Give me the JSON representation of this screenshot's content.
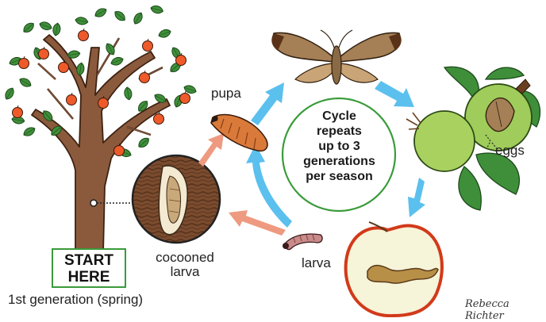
{
  "labels": {
    "pupa": "pupa",
    "larva": "larva",
    "eggs": "eggs",
    "cocooned_line1": "cocooned",
    "cocooned_line2": "larva",
    "start_line1": "START",
    "start_line2": "HERE",
    "generation": "1st generation (spring)"
  },
  "center": {
    "line1": "Cycle",
    "line2": "repeats",
    "line3": "up to 3",
    "line4": "generations",
    "line5": "per season"
  },
  "signature": "Rebecca Richter",
  "colors": {
    "cycle_arrow": "#5bc0ee",
    "start_arrow": "#ee9a80",
    "circle_border": "#3a9b3a",
    "tree_trunk": "#8b5a3c",
    "leaf": "#3f8f3a",
    "fruit": "#ef5a2a"
  }
}
